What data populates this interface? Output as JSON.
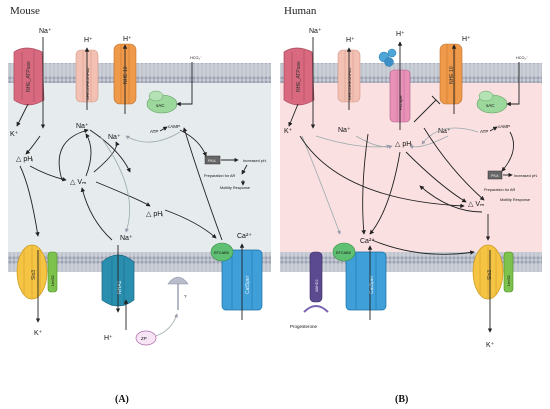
{
  "panel_a": {
    "title": "Mouse",
    "caption": "(A)",
    "channels": {
      "nhe_atp": "NHE_ATPase",
      "nhe1": "NHE1/NHE5/NHA2",
      "nhe10": "NHE 10",
      "sac": "sAC",
      "slo3": "Slo3",
      "lrrc52": "Lrrc52",
      "nha1": "NHA1",
      "efcab9": "EFCAB9",
      "catsper": "CatSper",
      "pka": "PKA",
      "zp": "ZP"
    },
    "labels": {
      "na_top": "Na⁺",
      "h_top1": "H⁺",
      "h_top2": "H⁺",
      "hco3": "HCO₃⁻",
      "k_left": "K⁺",
      "na_mid1": "Na⁺",
      "na_mid2": "Na⁺",
      "atp": "ATP",
      "camp": "cAMP",
      "dph1": "△ pHᵢ",
      "dvm": "△ Vₘ",
      "dph2": "△ pHᵢ",
      "na_low": "Na⁺",
      "ca": "Ca²⁺",
      "k_bot": "K⁺",
      "h_bot": "H⁺",
      "q": "?",
      "inc_ph": "Increased pHᵢ",
      "prep": "Preparation for AR",
      "motil": "Motility Response"
    }
  },
  "panel_b": {
    "title": "Human",
    "caption": "(B)",
    "channels": {
      "nhe_atp": "NHE_ATPase",
      "nhe1": "NHE1/NHE5/NHA1",
      "hv1": "Hv1Sper",
      "nhe10": "NHE 10",
      "sac": "sAC",
      "abhd2": "ABHD2",
      "efcab9": "EFCAB9",
      "catsper": "CatSper",
      "slo3": "Slo3",
      "lrrc52": "Lrrc52",
      "pka": "PKA"
    },
    "labels": {
      "na_top": "Na⁺",
      "h_top1": "H⁺",
      "h_top2": "H⁺",
      "h_top3": "H⁺",
      "hco3": "HCO₃⁻",
      "k_left": "K⁺",
      "na_mid1": "Na⁺",
      "na_mid2": "Na⁺",
      "atp": "ATP",
      "camp": "cAMP",
      "dph": "△ pHᵢ",
      "dvm": "△ Vₘ",
      "ca": "Ca²⁺",
      "k_bot": "K⁺",
      "progesterone": "Progesterone",
      "inc_ph": "Increased pHᵢ",
      "prep": "Preparation for AR",
      "motil": "Motility Response"
    }
  },
  "colors": {
    "mouse_bg": "#e6ebed",
    "human_bg": "#fbe0e2",
    "membrane": "#bcc0ca",
    "lipid": "#9ea4b4",
    "nhe_pink": "#d9697f",
    "nhe_peach": "#f2c1b3",
    "nhe10_orange": "#ee9a4a",
    "sac_green": "#9cd79c",
    "catsper_blue": "#3f9fd8",
    "efcab9_green": "#5fbf72",
    "slo3_yellow": "#f5c443",
    "lrrc52_green": "#7cc24c",
    "hv1_pink": "#e892b8",
    "nha1_teal": "#2a8fae",
    "abhd2_purple": "#5b4a8f"
  }
}
